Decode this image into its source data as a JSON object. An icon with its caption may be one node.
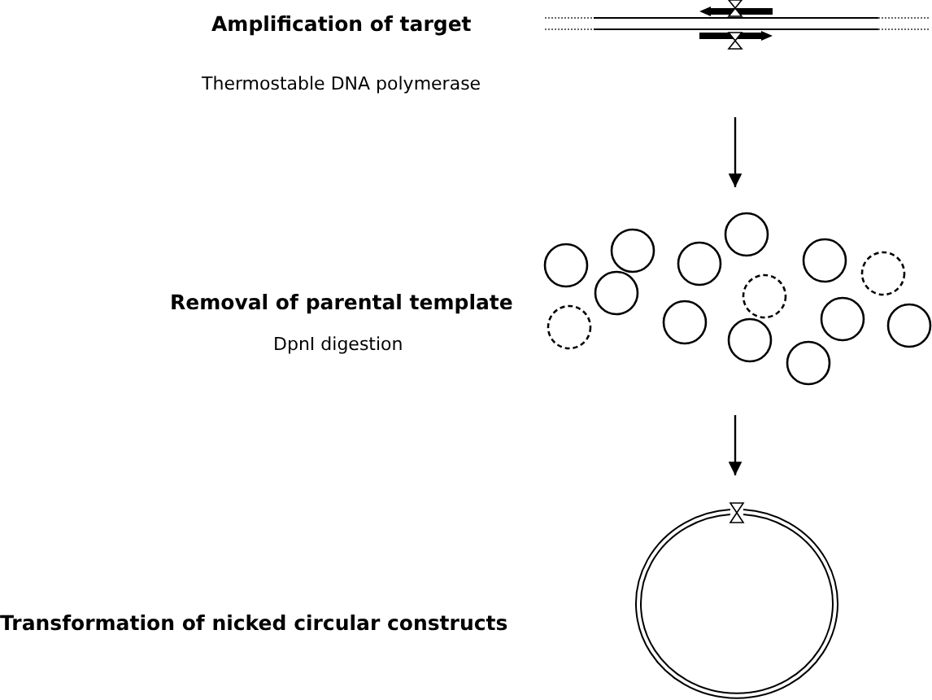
{
  "diagram": {
    "nodes": [
      {
        "text": [],
        "shape": "picture"
      },
      {
        "text": [],
        "shape": "picture"
      },
      {
        "text": [],
        "shape": "picture"
      }
    ],
    "edges": [
      {
        "from": 0,
        "to": 1,
        "arrow": "to"
      },
      {
        "from": 1,
        "to": 2,
        "arrow": "to"
      }
    ],
    "labels": [
      "Amplification of target",
      "Thermostable DNA polymerase",
      "Removal of parental template",
      "DpnI digestion",
      "Transformation of nicked circular constructs"
    ]
  }
}
